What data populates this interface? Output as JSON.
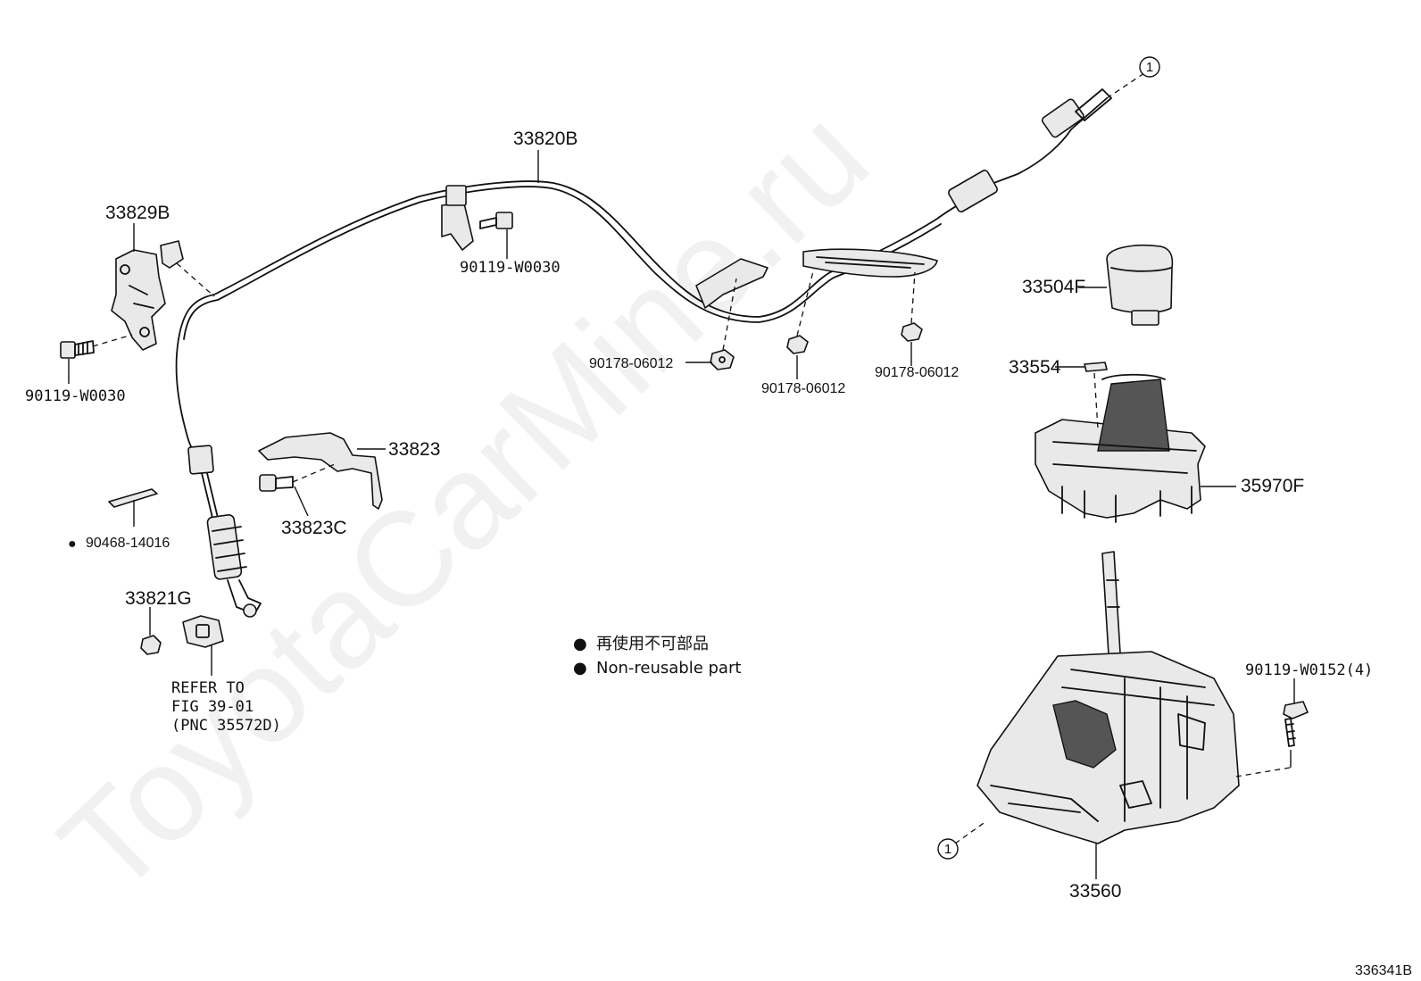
{
  "watermark": "ToyotaCarMine.ru",
  "figure_code": "336341B",
  "callout_marker": "1",
  "non_reusable_marker": "●",
  "parts": {
    "p33820B": "33820B",
    "p33829B": "33829B",
    "p90119_w0030_a": "90119-W0030",
    "p90119_w0030_b": "90119-W0030",
    "p90178_06012_a": "90178-06012",
    "p90178_06012_b": "90178-06012",
    "p90178_06012_c": "90178-06012",
    "p33504F": "33504F",
    "p33554": "33554",
    "p35970F": "35970F",
    "p33823": "33823",
    "p33823C": "33823C",
    "p90468_14016": "90468-14016",
    "p33821G": "33821G",
    "p90119_w0152": "90119-W0152(4)",
    "p33560": "33560"
  },
  "reference": {
    "line1": "REFER TO",
    "line2": "FIG 39-01",
    "line3": "(PNC 35572D)"
  },
  "legend": {
    "japanese": "再使用不可部品",
    "english": "Non-reusable part"
  }
}
